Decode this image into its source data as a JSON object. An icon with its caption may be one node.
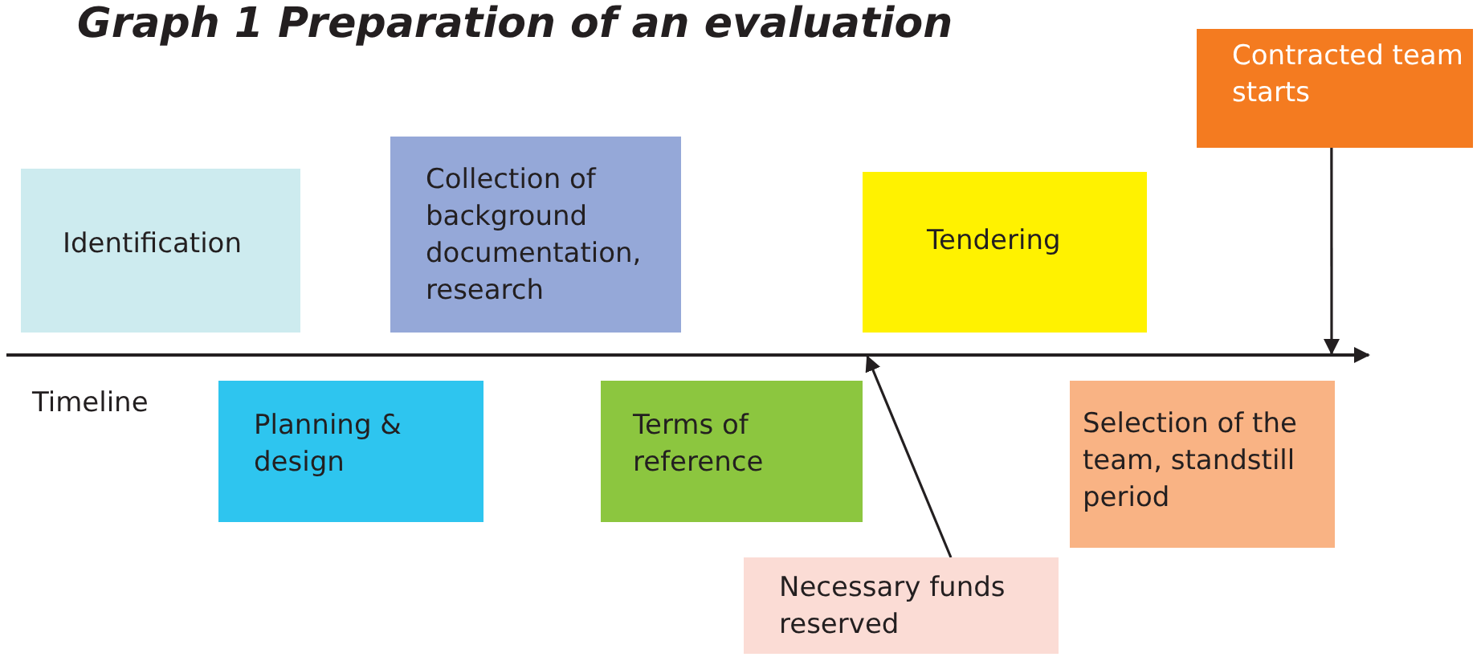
{
  "diagram": {
    "title": "Graph 1 Preparation of an evaluation",
    "nodes": [
      {
        "text": [
          "Contracted team starts"
        ]
      },
      {
        "text": [
          "Collection of background documentation, research"
        ]
      },
      {
        "text": [
          "Identification"
        ]
      },
      {
        "text": [
          "Tendering"
        ]
      },
      {
        "text": [
          "Planning & design"
        ]
      },
      {
        "text": [
          "Terms of reference"
        ]
      },
      {
        "text": [
          "Selection of the team, standstill period"
        ]
      },
      {
        "text": [
          "Necessary funds reserved"
        ]
      },
      {
        "text": [],
        "shape": "line"
      }
    ],
    "edges": [
      {
        "from": 0,
        "to": 8,
        "arrow": "to"
      },
      {
        "from": 7,
        "to": 8,
        "arrow": "to"
      }
    ],
    "labels": [
      "Timeline"
    ]
  }
}
